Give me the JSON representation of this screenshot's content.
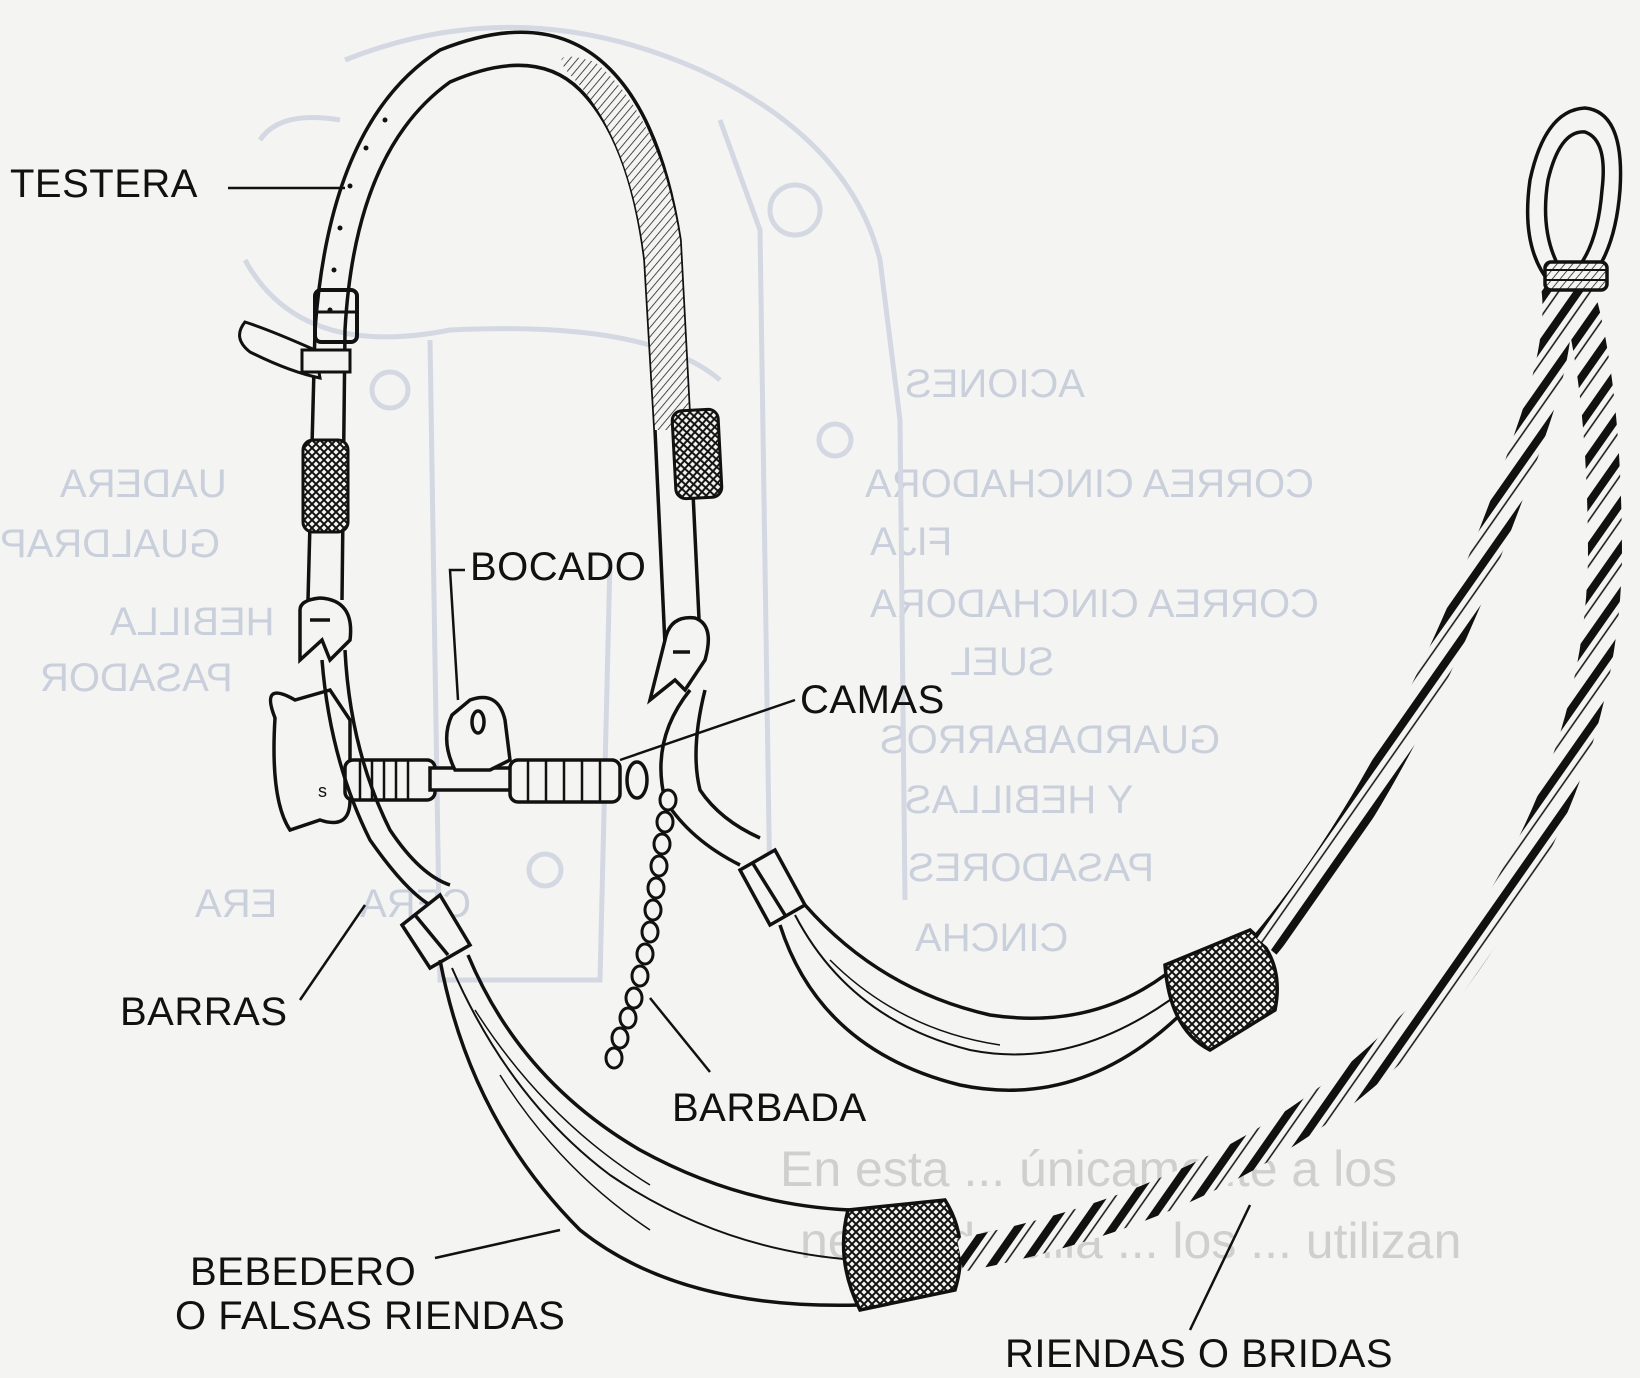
{
  "labels": {
    "testera": "TESTERA",
    "bocado": "BOCADO",
    "camas": "CAMAS",
    "barras": "BARRAS",
    "barbada": "BARBADA",
    "bebedero_line1": "BEBEDERO",
    "bebedero_line2": "O FALSAS RIENDAS",
    "riendas": "RIENDAS O BRIDAS"
  },
  "bleed_through": {
    "aciones": "ACIONES",
    "correa_fija_1": "CORREA CINCHADORA",
    "correa_fija_2": "FIJA",
    "correa_suel_1": "CORREA CINCHADORA",
    "correa_suel_2": "SUEL",
    "guardabarros_1": "GUARDABARROS",
    "guardabarros_2": "Y HEBILLAS",
    "pasadores": "PASADORES",
    "cincha": "CINCHA",
    "left_1": "UADERA",
    "left_2": "GUALDRAP",
    "left_3": "HEBILLA",
    "left_4": "PASADOR",
    "left_5": "ERA",
    "left_6": "CERA",
    "text_1": "En esta ... únicamente a los",
    "text_2": "neses de silla ... los ... utilizan"
  },
  "colors": {
    "ink": "#111111",
    "ghost": "#c9cfdb",
    "paper": "#f4f4f2"
  }
}
